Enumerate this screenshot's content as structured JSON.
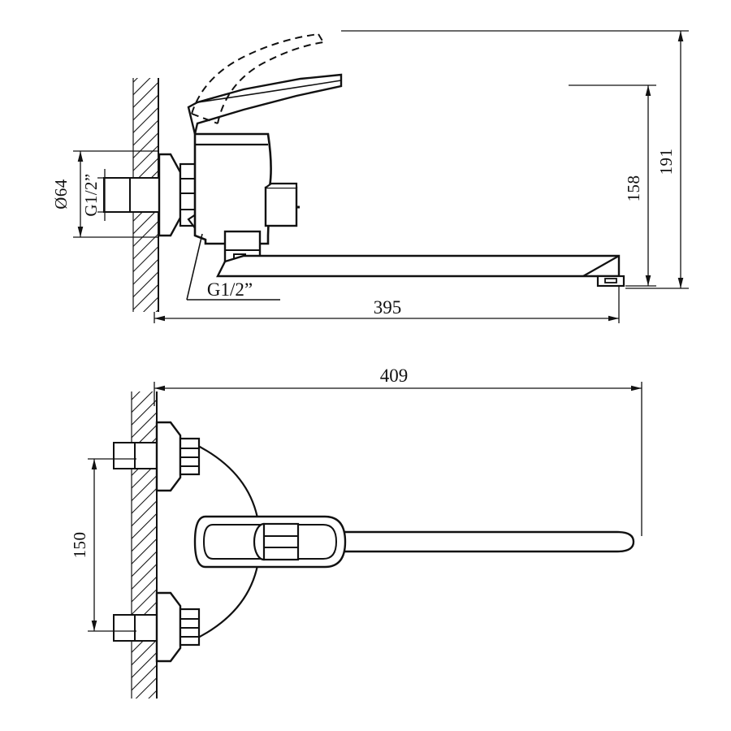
{
  "document": {
    "type": "technical-drawing",
    "subject": "wall-mounted single-lever bath/kitchen mixer faucet with long swivel spout",
    "views": [
      "side-elevation",
      "top-plan"
    ],
    "units": "mm",
    "line_color": "#111111",
    "background_color": "#ffffff"
  },
  "side_view": {
    "name": "side-elevation",
    "dimensions": {
      "spout_projection": "395",
      "inlet_center_height": "158",
      "overall_height": "191",
      "escutcheon_diameter": "Ø64",
      "inlet_thread": "G1/2”",
      "outlet_thread": "G1/2”"
    }
  },
  "top_view": {
    "name": "top-plan",
    "dimensions": {
      "overall_length": "409",
      "inlet_center_distance": "150"
    }
  },
  "labels": {
    "d64": "Ø64",
    "g12_inlet": "G1/2”",
    "g12_outlet": "G1/2”",
    "dim_395": "395",
    "dim_158": "158",
    "dim_191": "191",
    "dim_409": "409",
    "dim_150": "150"
  },
  "chart_data": {
    "type": "table",
    "title": "Faucet dimensions",
    "categories": [
      "Ø64",
      "G1/2”",
      "395",
      "158",
      "191",
      "409",
      "150"
    ],
    "values": [
      64,
      0.5,
      395,
      158,
      191,
      409,
      150
    ]
  }
}
